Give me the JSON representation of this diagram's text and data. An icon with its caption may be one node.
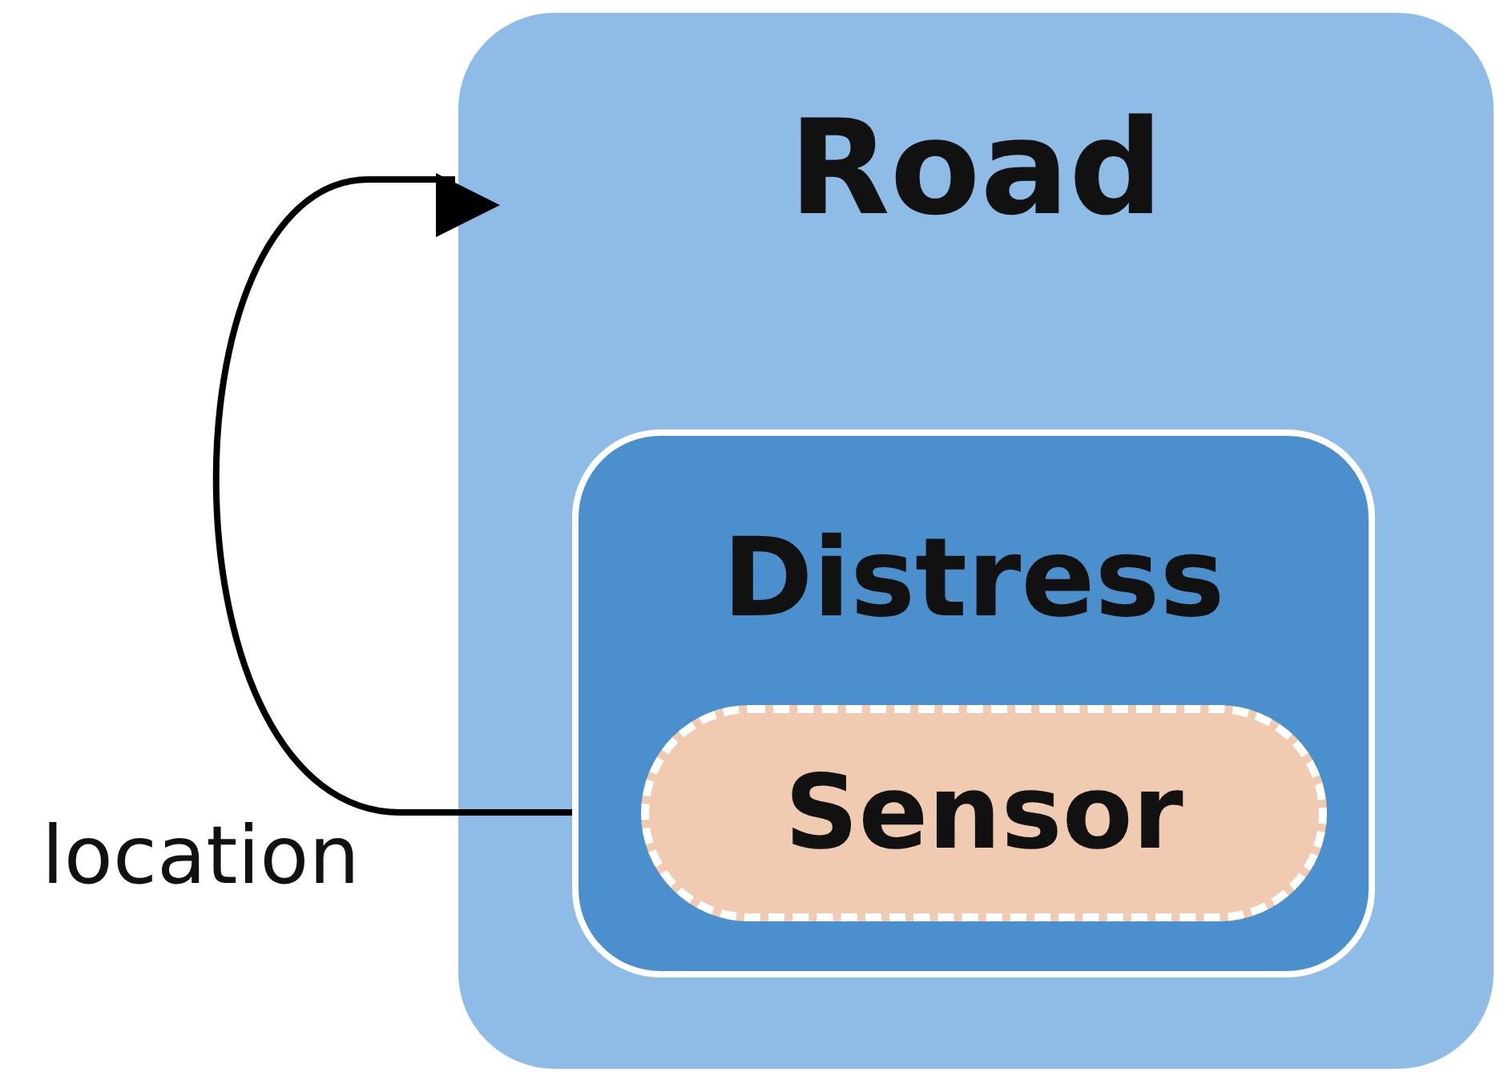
{
  "diagram": {
    "nodes": [
      {
        "text": [
          "Road"
        ]
      },
      {
        "text": [
          "Distress"
        ],
        "in": 0
      },
      {
        "text": [
          "Sensor"
        ],
        "in": 1
      }
    ],
    "edges": [
      {
        "from": 1,
        "to": 0,
        "arrow": "to",
        "label": "location"
      }
    ]
  }
}
